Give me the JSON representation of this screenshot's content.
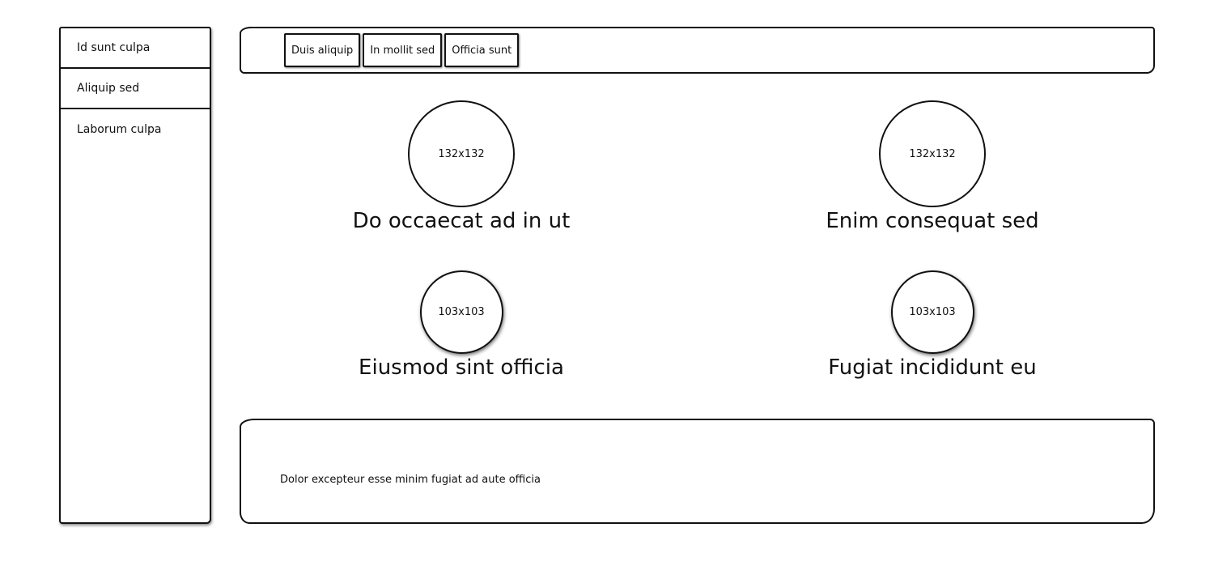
{
  "sidebar": {
    "items": [
      {
        "label": "Id sunt culpa"
      },
      {
        "label": "Aliquip sed"
      },
      {
        "label": "Laborum culpa"
      }
    ]
  },
  "topbar": {
    "tabs": [
      {
        "label": "Duis aliquip"
      },
      {
        "label": "In mollit sed"
      },
      {
        "label": "Officia sunt"
      }
    ]
  },
  "cards": [
    {
      "image_label": "132x132",
      "title": "Do occaecat ad in ut"
    },
    {
      "image_label": "132x132",
      "title": "Enim consequat sed"
    },
    {
      "image_label": "103x103",
      "title": "Eiusmod sint officia"
    },
    {
      "image_label": "103x103",
      "title": "Fugiat incididunt eu"
    }
  ],
  "footer": {
    "text": "Dolor excepteur esse minim fugiat ad aute officia"
  }
}
